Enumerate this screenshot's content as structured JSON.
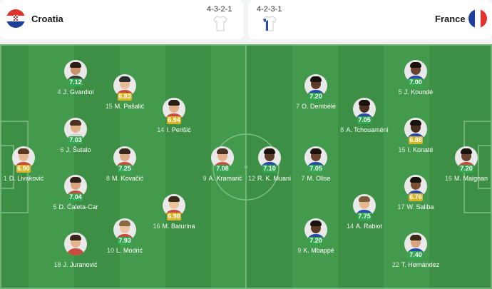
{
  "home": {
    "name": "Croatia",
    "formation": "4-3-2-1"
  },
  "away": {
    "name": "France",
    "formation": "4-2-3-1"
  },
  "colors": {
    "pitch": "#3e8f46",
    "rating_green": "#2fa84f",
    "rating_yellow": "#d9b526"
  },
  "players": [
    {
      "num": "1",
      "name": "D. Livaković",
      "rating": "6.90",
      "tier": "yellow"
    },
    {
      "num": "4",
      "name": "J. Gvardiol",
      "rating": "7.12",
      "tier": "green"
    },
    {
      "num": "6",
      "name": "J. Šutalo",
      "rating": "7.03",
      "tier": "green"
    },
    {
      "num": "5",
      "name": "D. Ćaleta-Car",
      "rating": "7.04",
      "tier": "green"
    },
    {
      "num": "18",
      "name": "J. Juranović",
      "rating": "",
      "tier": "none"
    },
    {
      "num": "15",
      "name": "M. Pašalić",
      "rating": "6.83",
      "tier": "yellow"
    },
    {
      "num": "8",
      "name": "M. Kovačić",
      "rating": "7.25",
      "tier": "green"
    },
    {
      "num": "10",
      "name": "L. Modrić",
      "rating": "7.93",
      "tier": "green"
    },
    {
      "num": "14",
      "name": "I. Perišić",
      "rating": "6.94",
      "tier": "yellow"
    },
    {
      "num": "16",
      "name": "M. Baturina",
      "rating": "6.98",
      "tier": "yellow"
    },
    {
      "num": "9",
      "name": "A. Kramarić",
      "rating": "7.08",
      "tier": "green"
    },
    {
      "num": "12",
      "name": "R. K. Muani",
      "rating": "7.10",
      "tier": "green"
    },
    {
      "num": "7",
      "name": "O. Dembélé",
      "rating": "7.20",
      "tier": "green"
    },
    {
      "num": "7",
      "name": "M. Olise",
      "rating": "7.05",
      "tier": "green"
    },
    {
      "num": "9",
      "name": "K. Mbappé",
      "rating": "7.20",
      "tier": "green"
    },
    {
      "num": "8",
      "name": "A. Tchouaméni",
      "rating": "7.05",
      "tier": "green"
    },
    {
      "num": "14",
      "name": "A. Rabiot",
      "rating": "7.75",
      "tier": "green"
    },
    {
      "num": "5",
      "name": "J. Koundé",
      "rating": "7.00",
      "tier": "green"
    },
    {
      "num": "15",
      "name": "I. Konaté",
      "rating": "6.88",
      "tier": "yellow"
    },
    {
      "num": "17",
      "name": "W. Saliba",
      "rating": "6.76",
      "tier": "yellow"
    },
    {
      "num": "22",
      "name": "T. Hernández",
      "rating": "7.40",
      "tier": "green"
    },
    {
      "num": "16",
      "name": "M. Maignan",
      "rating": "7.20",
      "tier": "green"
    }
  ]
}
